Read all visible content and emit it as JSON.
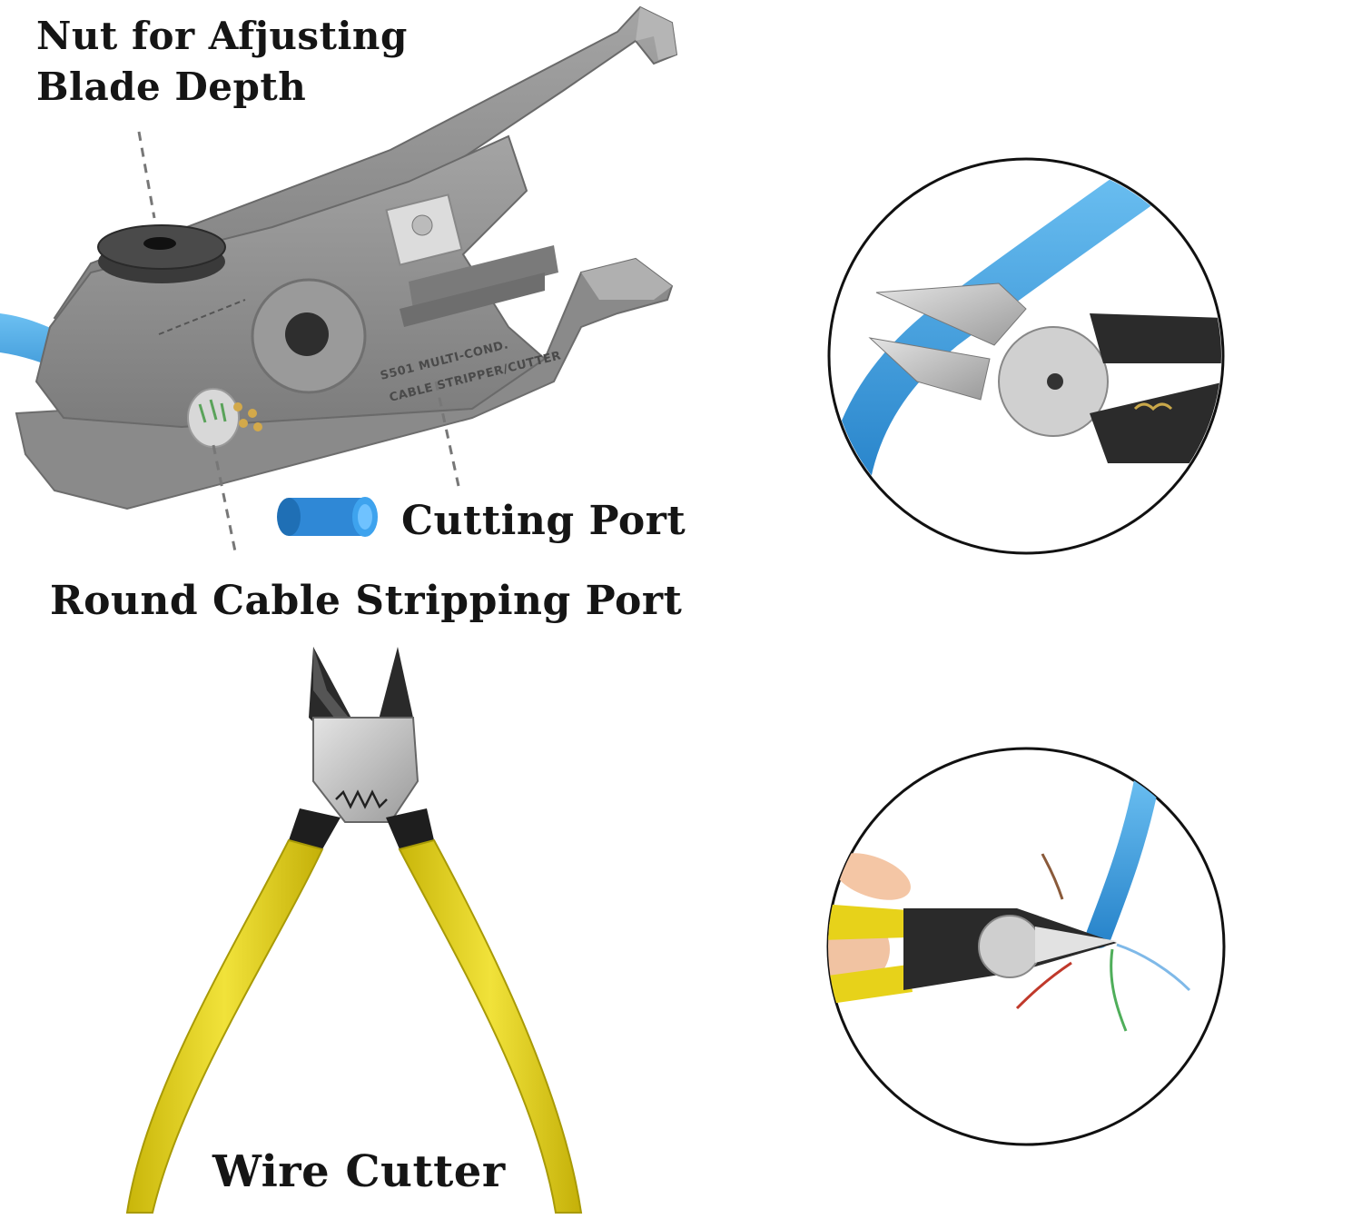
{
  "labels": {
    "nut_line1": "Nut for Afjusting",
    "nut_line2": "Blade Depth",
    "cutting_port": "Cutting Port",
    "round_port": "Round Cable Stripping Port",
    "wire_cutter": "Wire Cutter"
  },
  "engraving": {
    "line1": "S501 MULTI-COND.",
    "line2": "CABLE STRIPPER/CUTTER"
  },
  "colors": {
    "tool_gray": "#8e8e8e",
    "cable_blue": "#3aa0e0",
    "handle_yellow": "#e9d81a",
    "metal": "#c8c8c8"
  },
  "icons": [
    "stripper-tool-illustration",
    "cable-cap-icon",
    "cutter-closeup-photo",
    "cutter-use-photo",
    "wire-cutter-illustration"
  ]
}
